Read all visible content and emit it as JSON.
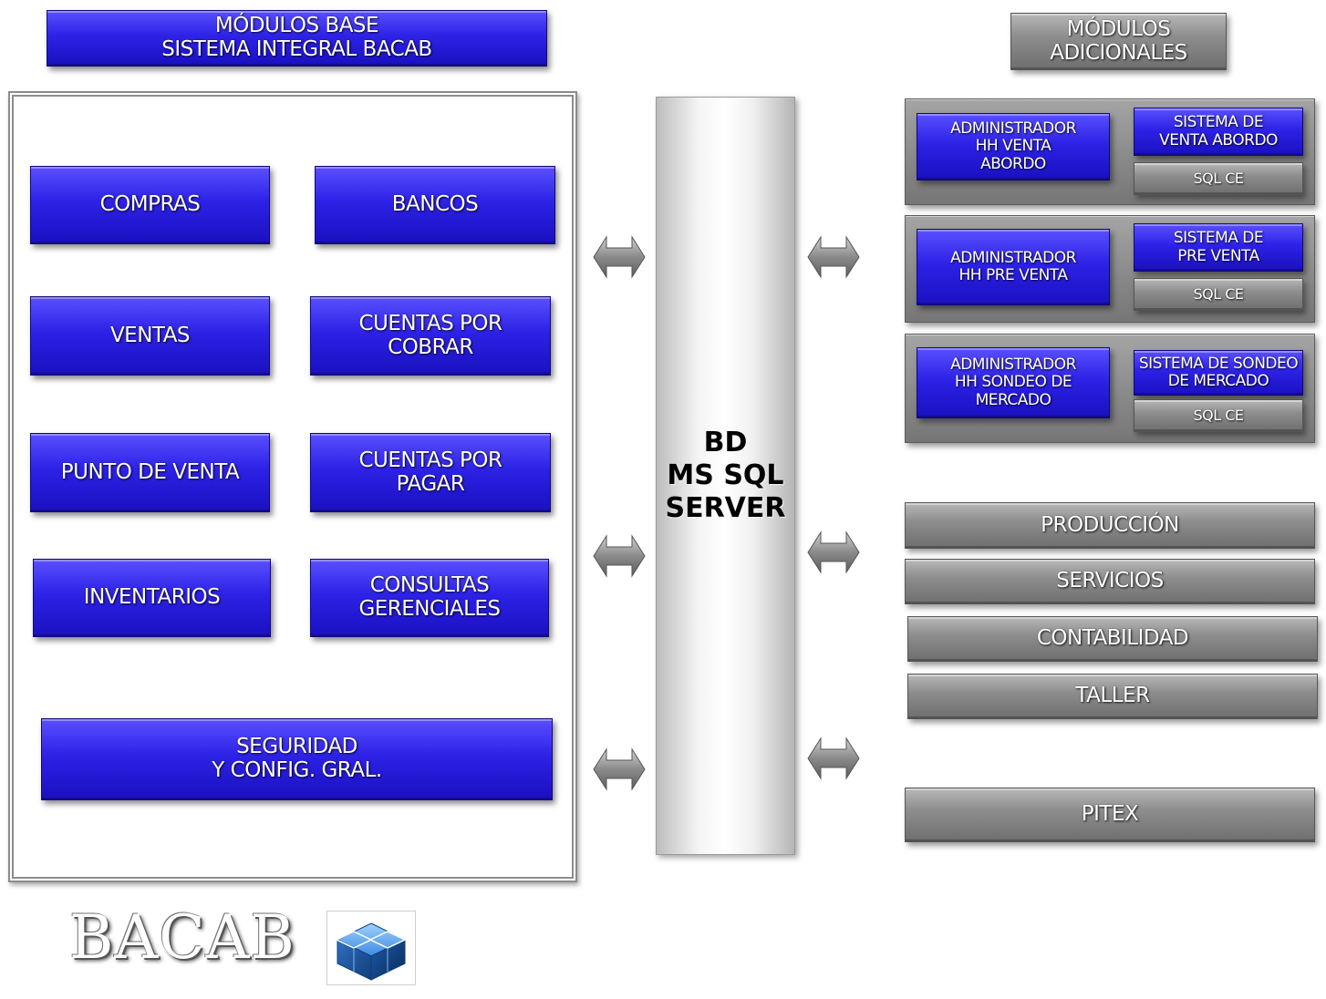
{
  "header_base": "MÓDULOS BASE\nSISTEMA INTEGRAL BACAB",
  "header_additional": "MÓDULOS\nADICIONALES",
  "base_modules": {
    "compras": "COMPRAS",
    "bancos": "BANCOS",
    "ventas": "VENTAS",
    "cuentas_cobrar": "CUENTAS POR\nCOBRAR",
    "punto_venta": "PUNTO DE VENTA",
    "cuentas_pagar": "CUENTAS POR\nPAGAR",
    "inventarios": "INVENTARIOS",
    "consultas": "CONSULTAS\nGERENCIALES",
    "seguridad": "SEGURIDAD\nY CONFIG. GRAL."
  },
  "database": "BD\nMS SQL\nSERVER",
  "handheld_groups": [
    {
      "admin": "ADMINISTRADOR\nHH VENTA\nABORDO",
      "system": "SISTEMA DE\nVENTA ABORDO",
      "db": "SQL CE"
    },
    {
      "admin": "ADMINISTRADOR\nHH  PRE VENTA",
      "system": "SISTEMA DE\nPRE VENTA",
      "db": "SQL CE"
    },
    {
      "admin": "ADMINISTRADOR\nHH SONDEO DE\nMERCADO",
      "system": "SISTEMA DE SONDEO\nDE MERCADO",
      "db": "SQL CE"
    }
  ],
  "extra_modules": {
    "produccion": "PRODUCCIÓN",
    "servicios": "SERVICIOS",
    "contabilidad": "CONTABILIDAD",
    "taller": "TALLER",
    "pitex": "PITEX"
  },
  "logo_text": "BACAB",
  "colors": {
    "blue": "#2d22e6",
    "gray": "#8e8e8e"
  }
}
